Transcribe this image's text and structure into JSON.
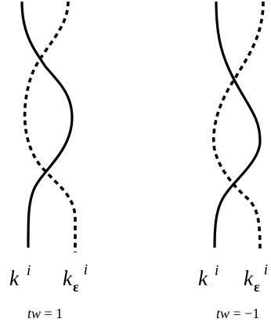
{
  "left_panel": {
    "solid_label": {
      "base": "k",
      "sup": "i"
    },
    "dashed_label": {
      "base": "k",
      "sub": "ε",
      "sup": "i"
    },
    "caption": {
      "var": "tw",
      "eq": " = ",
      "value": "1"
    }
  },
  "right_panel": {
    "solid_label": {
      "base": "k",
      "sup": "i"
    },
    "dashed_label": {
      "base": "k",
      "sub": "ε",
      "sup": "i"
    },
    "caption": {
      "var": "tw",
      "eq": " = ",
      "value": "−1"
    }
  }
}
